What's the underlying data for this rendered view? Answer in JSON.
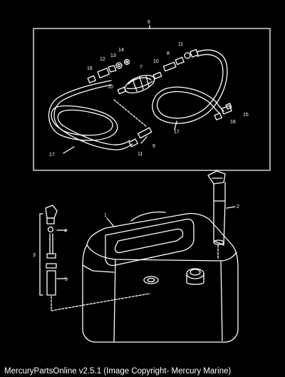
{
  "diagram": {
    "kit_callout": "6",
    "part_callouts": {
      "tank": "1",
      "pickup": "2",
      "gauge": "3",
      "gauge_cap": "4",
      "gauge_float": "5",
      "hose_fitting": "8",
      "fitting_lower": "9",
      "clip_a": "10",
      "clip_b": "10",
      "elbow_right": "11",
      "elbow_left": "11",
      "connector_left": "12",
      "oring": "13",
      "retainer": "14",
      "adapter_right": "15",
      "nut_left": "16",
      "nut_right": "16",
      "hose_left": "17",
      "hose_right": "17",
      "primer_bulb": "7"
    }
  },
  "footer": {
    "text": "MercuryPartsOnline v2.5.1 (Image Copyright- Mercury Marine)"
  },
  "colors": {
    "background": "#000000",
    "line_art": "#ffffff"
  }
}
